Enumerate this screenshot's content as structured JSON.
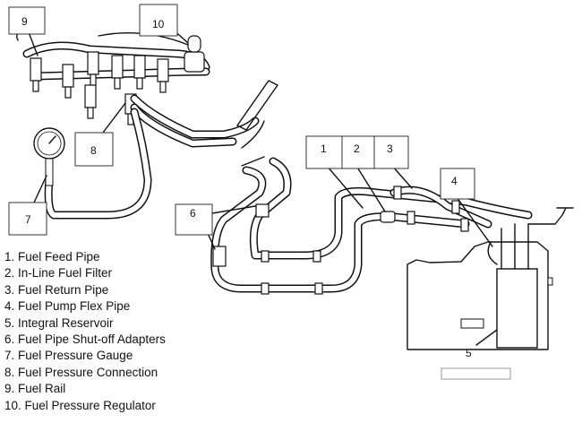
{
  "callouts": [
    "1",
    "2",
    "3",
    "4",
    "5",
    "6",
    "7",
    "8",
    "9",
    "10"
  ],
  "legend": [
    "1. Fuel Feed Pipe",
    "2. In-Line Fuel Filter",
    "3. Fuel Return Pipe",
    "4. Fuel Pump Flex Pipe",
    "5. Integral Reservoir",
    "6. Fuel Pipe Shut-off Adapters",
    "7. Fuel Pressure Gauge",
    "8. Fuel Pressure Connection",
    "9. Fuel Rail",
    "10. Fuel Pressure Regulator"
  ]
}
